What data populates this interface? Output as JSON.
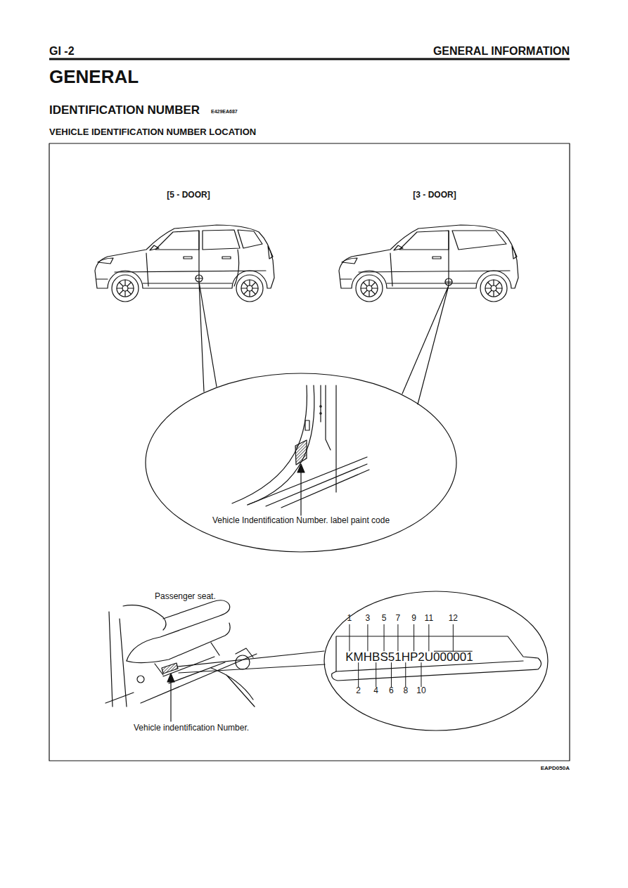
{
  "diagram": {
    "title": "GENERAL",
    "nodes": [
      {
        "text": [
          "Vehicle Indentification Number. label paint code"
        ]
      },
      {
        "text": [
          "KMHBS51HP2U000001"
        ]
      }
    ],
    "labels": [
      "GI -2",
      "GENERAL INFORMATION",
      "IDENTIFICATION NUMBER",
      "E429EA687",
      "VEHICLE IDENTIFICATION NUMBER LOCATION",
      "[5 - DOOR]",
      "[3 - DOOR]",
      "Passenger seat.",
      "1",
      "3",
      "5",
      "7",
      "9",
      "11",
      "12",
      "2",
      "4",
      "6",
      "8",
      "10",
      "Vehicle indentification Number.",
      "EAPD050A"
    ]
  }
}
